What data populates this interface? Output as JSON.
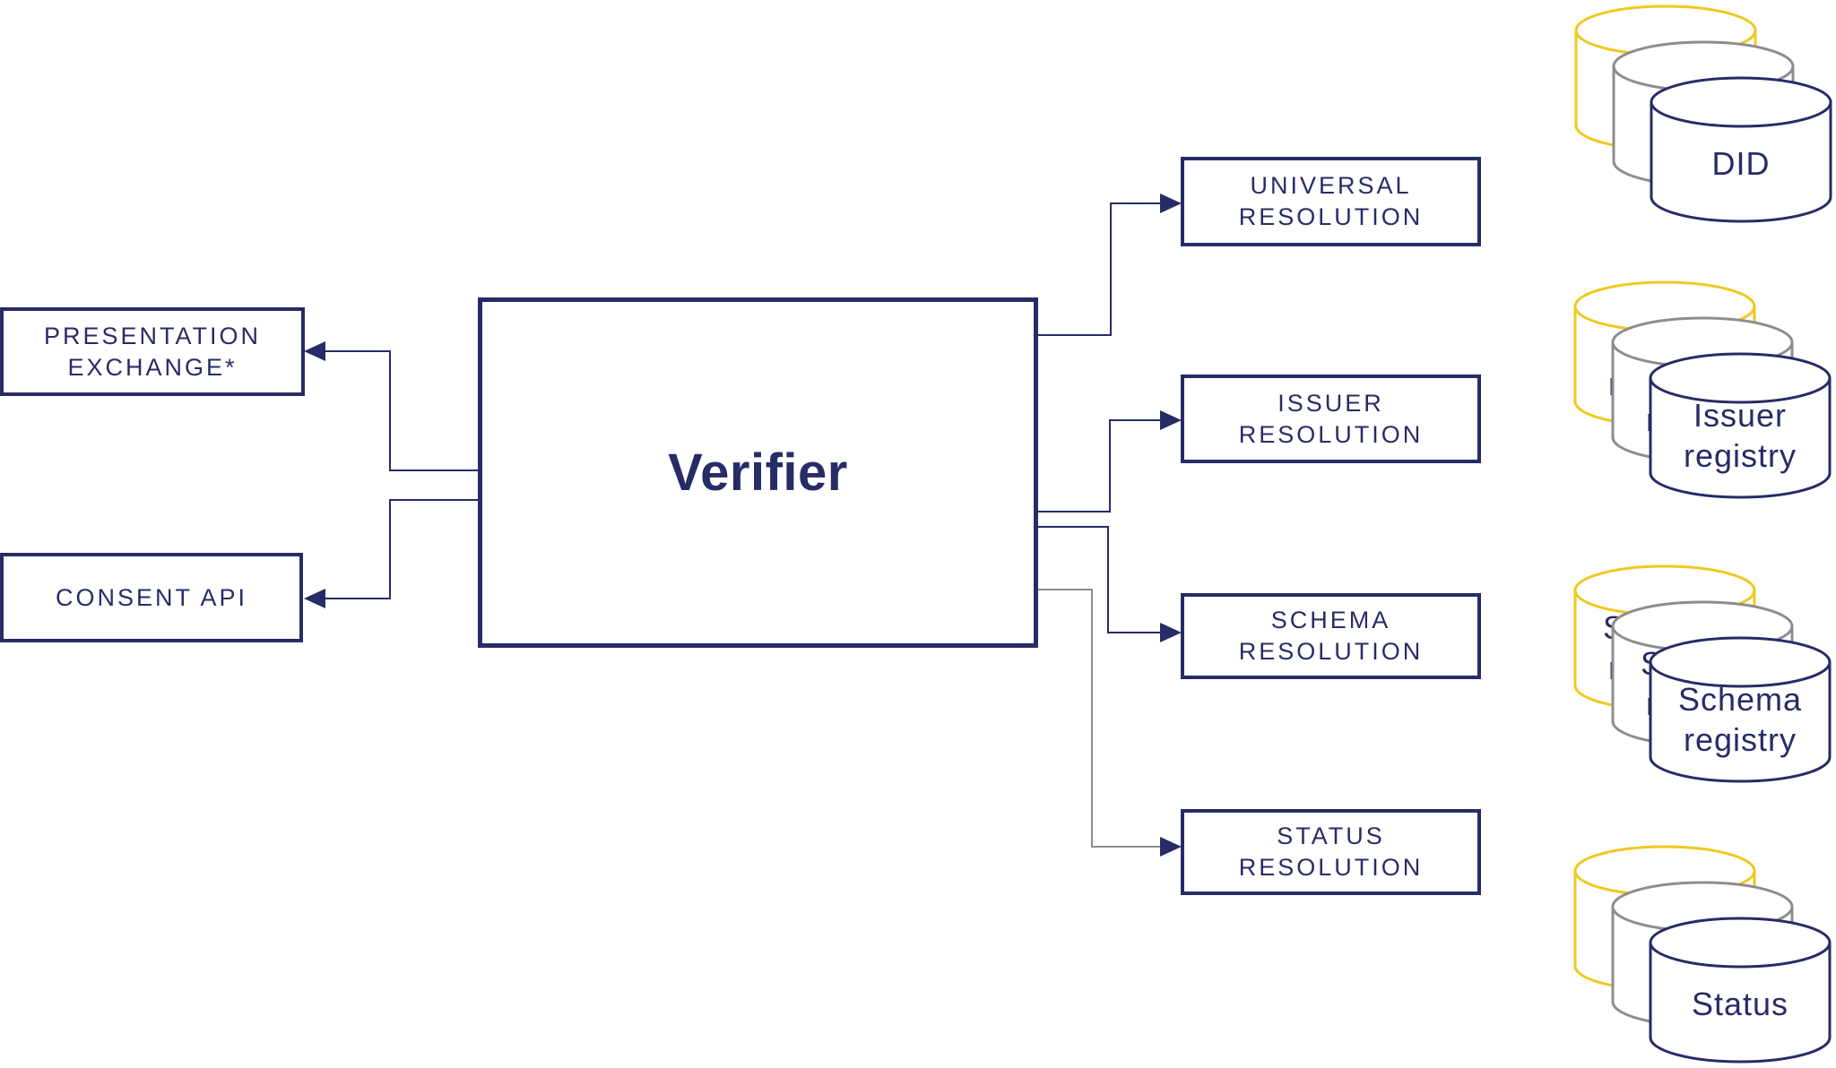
{
  "nodes": {
    "verifier": {
      "label": "Verifier"
    },
    "presentation_exchange": {
      "line1": "PRESENTATION",
      "line2": "EXCHANGE*"
    },
    "consent_api": {
      "label": "CONSENT API"
    },
    "universal_resolution": {
      "line1": "UNIVERSAL",
      "line2": "RESOLUTION"
    },
    "issuer_resolution": {
      "line1": "ISSUER",
      "line2": "RESOLUTION"
    },
    "schema_resolution": {
      "line1": "SCHEMA",
      "line2": "RESOLUTION"
    },
    "status_resolution": {
      "line1": "STATUS",
      "line2": "RESOLUTION"
    }
  },
  "registries": [
    {
      "name": "did-registry",
      "line1": "DID",
      "line2": ""
    },
    {
      "name": "issuer-registry",
      "line1": "Issuer",
      "line2": "registry"
    },
    {
      "name": "schema-registry",
      "line1": "Schema",
      "line2": "registry"
    },
    {
      "name": "status-registry",
      "line1": "Status",
      "line2": ""
    }
  ],
  "colors": {
    "navy": "#272c66",
    "yellow": "#f0c81e",
    "gray": "#8d8d8d",
    "background": "#ffffff"
  }
}
